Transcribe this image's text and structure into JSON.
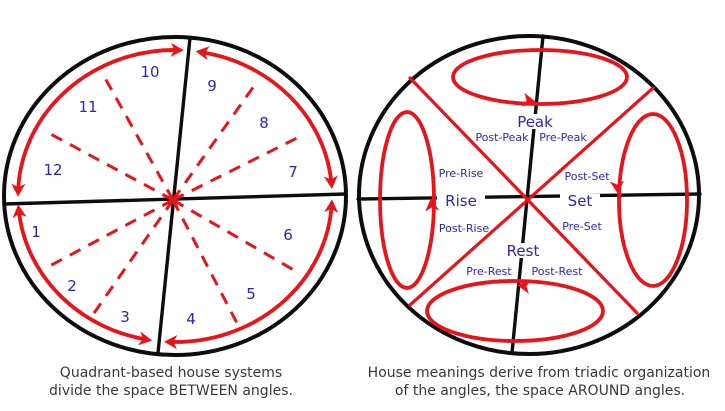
{
  "colors": {
    "red": "#e8141a",
    "blue": "#2a24c8",
    "black": "#0d0d0d",
    "caption": "#383838",
    "background": "#ffffff"
  },
  "left_diagram": {
    "houses": [
      "1",
      "2",
      "3",
      "4",
      "5",
      "6",
      "7",
      "8",
      "9",
      "10",
      "11",
      "12"
    ],
    "caption_line1": "Quadrant-based house systems",
    "caption_line2": "divide the space BETWEEN angles."
  },
  "right_diagram": {
    "labels": {
      "peak": "Peak",
      "post_peak": "Post-Peak",
      "pre_peak": "Pre-Peak",
      "pre_rise": "Pre-Rise",
      "rise": "Rise",
      "post_rise": "Post-Rise",
      "post_set": "Post-Set",
      "set": "Set",
      "pre_set": "Pre-Set",
      "rest": "Rest",
      "pre_rest": "Pre-Rest",
      "post_rest": "Post-Rest"
    },
    "caption_line1": "House meanings derive from triadic organization",
    "caption_line2": "of the angles, the space AROUND angles."
  }
}
